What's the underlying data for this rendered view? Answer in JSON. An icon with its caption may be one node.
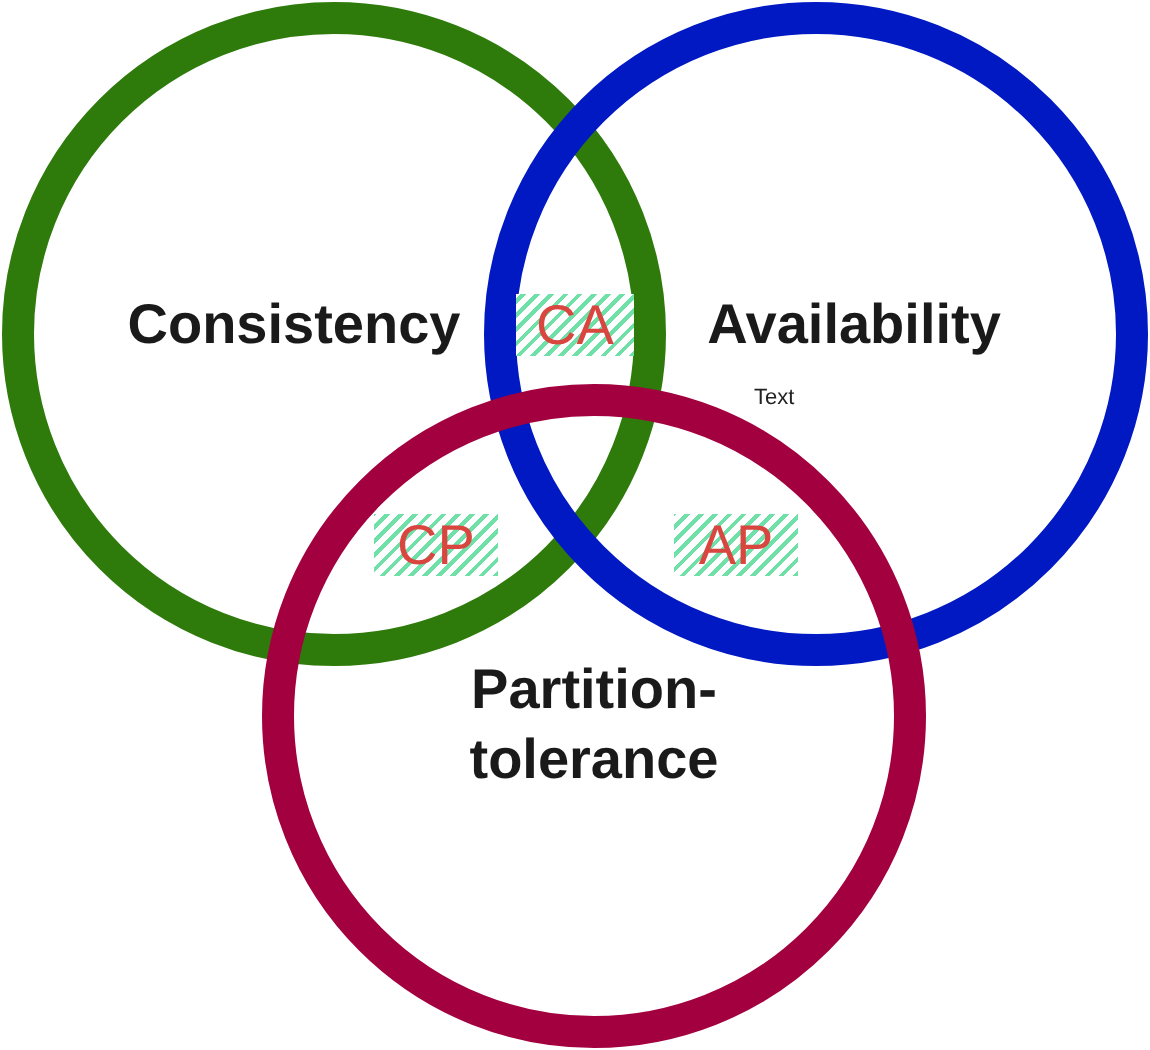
{
  "diagram": {
    "nodes": [
      {
        "text": [
          "Consistency"
        ]
      },
      {
        "text": [
          "Availability"
        ]
      },
      {
        "text": [
          "Partition- tolerance"
        ]
      },
      {
        "text": [
          "CA"
        ]
      },
      {
        "text": [
          "CP"
        ]
      },
      {
        "text": [
          "AP"
        ]
      }
    ],
    "labels": [
      "Text"
    ]
  }
}
